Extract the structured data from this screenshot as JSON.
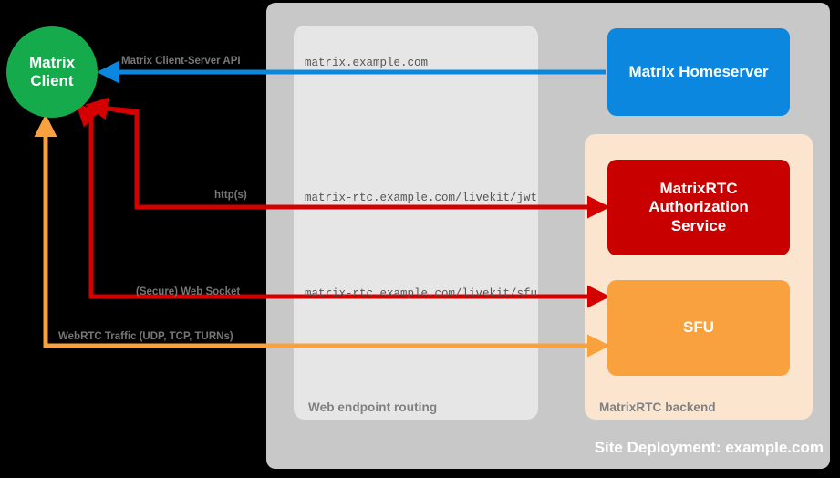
{
  "diagram": {
    "title": "Site Deployment: example.com",
    "panels": {
      "site": {
        "label": "Site Deployment: example.com",
        "color": "#c8c8c8"
      },
      "web_routing": {
        "label": "Web endpoint routing",
        "color": "#e6e6e6"
      },
      "rtc_backend": {
        "label": "MatrixRTC backend",
        "color": "#fce5cf"
      }
    },
    "nodes": [
      {
        "id": "client",
        "label": "Matrix\nClient",
        "line1": "Matrix",
        "line2": "Client",
        "shape": "circle",
        "color": "#15ab4c"
      },
      {
        "id": "homeserver",
        "label": "Matrix Homeserver",
        "shape": "rounded-rect",
        "color": "#0b87e0"
      },
      {
        "id": "auth",
        "label": "MatrixRTC Authorization Service",
        "line1": "MatrixRTC",
        "line2": "Authorization",
        "line3": "Service",
        "shape": "rounded-rect",
        "color": "#c90000"
      },
      {
        "id": "sfu",
        "label": "SFU",
        "shape": "rounded-rect",
        "color": "#f9a13f"
      }
    ],
    "edges": [
      {
        "id": "cs-api",
        "protocol_label": "Matrix Client-Server API",
        "endpoint_label": "matrix.example.com",
        "color": "#0b87e0",
        "from": "homeserver",
        "to": "client"
      },
      {
        "id": "jwt",
        "protocol_label": "http(s)",
        "endpoint_label": "matrix-rtc.example.com/livekit/jwt",
        "color": "#d40000",
        "from": "client",
        "to": "auth"
      },
      {
        "id": "sfu-ws",
        "protocol_label": "(Secure) Web Socket",
        "endpoint_label": "matrix-rtc.example.com/livekit/sfu",
        "color": "#d40000",
        "from": "client",
        "to": "sfu"
      },
      {
        "id": "webrtc",
        "protocol_label": "WebRTC Traffic (UDP, TCP, TURNs)",
        "endpoint_label": "",
        "color": "#f9a13f",
        "from": "client",
        "to": "sfu"
      }
    ]
  }
}
